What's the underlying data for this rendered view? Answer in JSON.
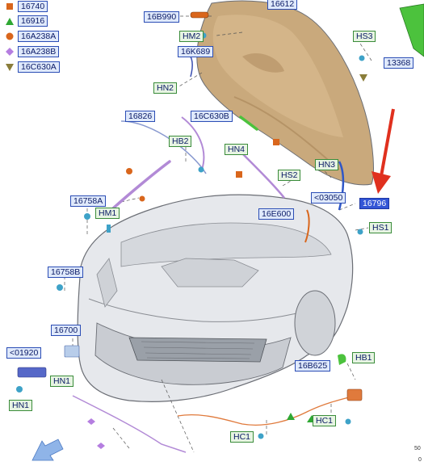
{
  "legend": [
    {
      "code": "16740",
      "symbol": "square-icon",
      "color": "#d9661c"
    },
    {
      "code": "16916",
      "symbol": "triangle-up-icon",
      "color": "#2fa833"
    },
    {
      "code": "16A238A",
      "symbol": "circle-icon",
      "color": "#d9661c"
    },
    {
      "code": "16A238B",
      "symbol": "diamond-icon",
      "color": "#b57ee0"
    },
    {
      "code": "16C630A",
      "symbol": "triangle-down-icon",
      "color": "#8a7d3a"
    }
  ],
  "labels": {
    "c16612": "16612",
    "c16B990": "16B990",
    "hm2": "HM2",
    "hs3": "HS3",
    "c16K689": "16K689",
    "c13368": "13368",
    "hn2": "HN2",
    "c16826": "16826",
    "c16C630B": "16C630B",
    "hb2": "HB2",
    "hn4": "HN4",
    "hs2": "HS2",
    "hn3": "HN3",
    "c03050": "<03050",
    "c16796": "16796",
    "c16758A": "16758A",
    "hm1": "HM1",
    "c16E600": "16E600",
    "hs1": "HS1",
    "c16758B": "16758B",
    "c16700": "16700",
    "c01920": "<01920",
    "hn1a": "HN1",
    "hn1b": "HN1",
    "hb1": "HB1",
    "c16B625": "16B625",
    "hc1a": "HC1",
    "hc1b": "HC1"
  },
  "corner_text": {
    "line1": "50",
    "line2": "0"
  },
  "colors": {
    "hood": "#c9a97c",
    "hood_shadow": "#a88658",
    "body": "#e6e8ec",
    "outline": "#6b6e75",
    "cable_purple": "#b28ad6",
    "cable_orange": "#e07a3c",
    "arrow_red": "#e0301e",
    "arrow_blue": "#8fb4e8",
    "accent_green": "#4cc23d"
  }
}
